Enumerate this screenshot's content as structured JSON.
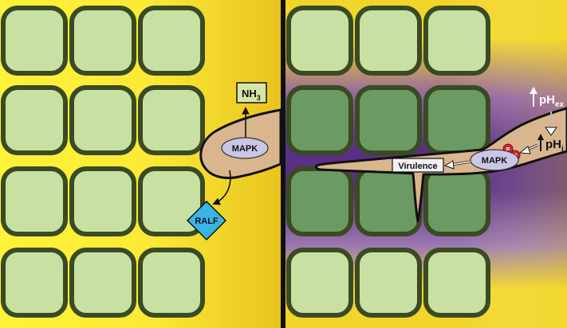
{
  "labels": {
    "nh3_main": "NH",
    "nh3_sub": "3",
    "mapk_left": "MAPK",
    "ralf": "RALF",
    "mapk_right": "MAPK",
    "virulence": "Virulence",
    "ph_ex_main": "pH",
    "ph_ex_sub": "ex",
    "ph_i_main": "pH",
    "ph_i_sub": "i"
  },
  "colors": {
    "cell_light": "#c9e0a3",
    "cell_dark": "#6b9a63",
    "cell_wall": "#3a4a22",
    "background_yellow": "#f4dc2a",
    "background_purple": "#5a2f86",
    "hypha": "#d9b68d",
    "mapk_oval": "#c9c6e6",
    "ralf_diamond": "#3ab4e6",
    "phospho": "#d8282a",
    "nh3_box": "#d6e6a6",
    "divider": "#111111"
  },
  "icons": {
    "phosphate_marks": "phosphate-p-icon",
    "up_arrow_ph_ex": "up-arrow-icon",
    "up_arrow_ph_i": "up-arrow-icon"
  }
}
